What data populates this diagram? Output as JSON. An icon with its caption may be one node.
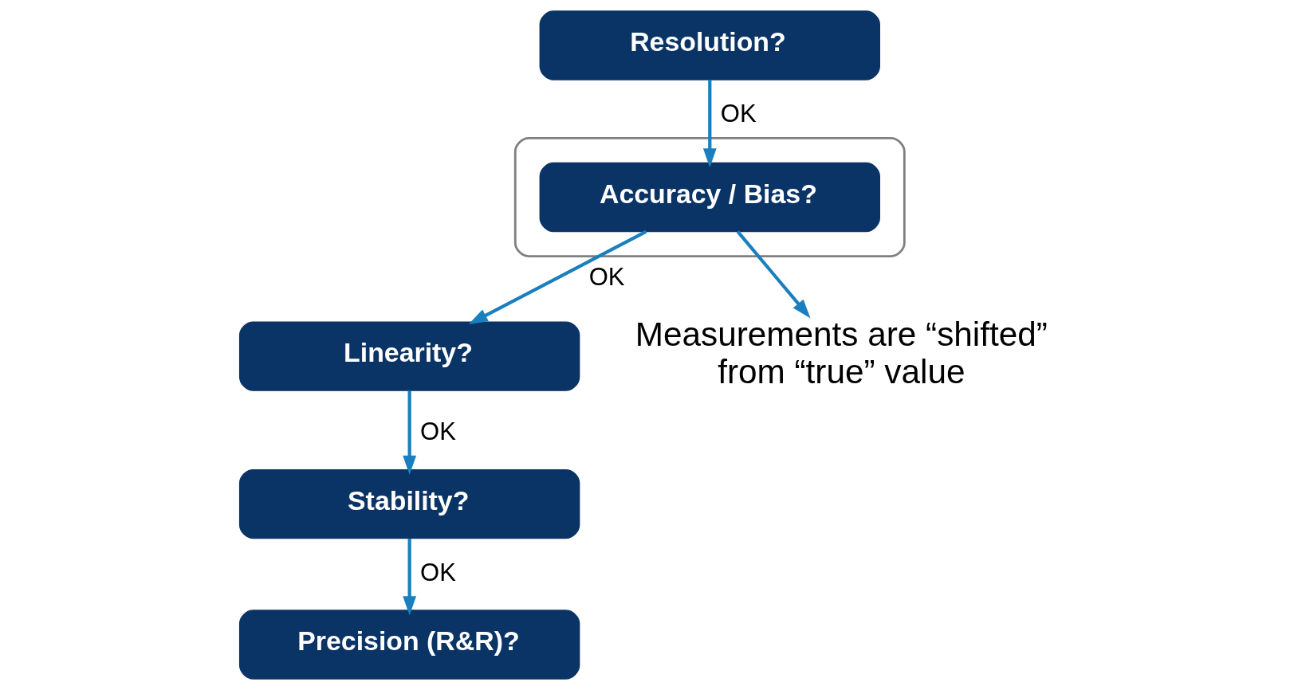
{
  "diagram": {
    "nodes": [
      {
        "text": [
          "Resolution?"
        ]
      },
      {
        "text": [],
        "shape": "ellipse"
      },
      {
        "text": [
          "Accuracy / Bias?"
        ],
        "in": 1
      },
      {
        "text": [
          "Linearity?"
        ]
      },
      {
        "text": [
          "Stability?"
        ]
      },
      {
        "text": [
          "Precision (R&R)?"
        ]
      },
      {
        "text": [
          "Measurements are “shifted” from “true” value"
        ]
      }
    ],
    "edges": [
      {
        "from": 0,
        "to": 2,
        "arrow": "to",
        "label": "OK"
      },
      {
        "from": 2,
        "to": 3,
        "arrow": "to",
        "label": "OK"
      },
      {
        "from": 3,
        "to": 4,
        "arrow": "to",
        "label": "OK"
      },
      {
        "from": 4,
        "to": 5,
        "arrow": "to",
        "label": "OK"
      },
      {
        "from": 2,
        "to": 6,
        "arrow": "to"
      }
    ]
  }
}
